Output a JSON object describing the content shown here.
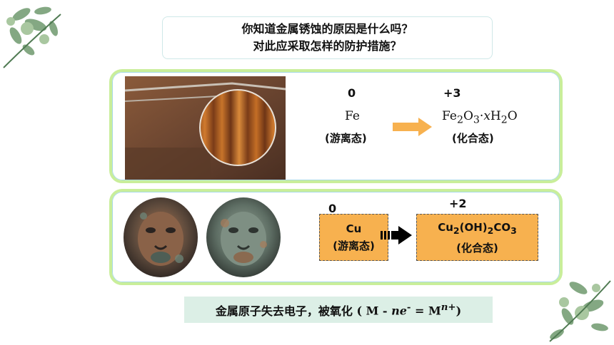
{
  "question": {
    "line1": "你知道金属锈蚀的原因是什么吗？",
    "line2": "对此应采取怎样的防护措施？"
  },
  "iron": {
    "ox_before": "0",
    "ox_after": "+3",
    "formula_before": "Fe",
    "formula_after": {
      "a": "Fe",
      "b": "2",
      "c": "O",
      "d": "3",
      "e": "·",
      "f": "x",
      "g": "H",
      "h": "2",
      "i": "O"
    },
    "state_before": "(游离态)",
    "state_after": "(化合态)"
  },
  "copper": {
    "ox_before": "0",
    "ox_after": "+2",
    "formula_before": "Cu",
    "formula_after": {
      "a": "Cu",
      "b": "2",
      "c": "(OH)",
      "d": "2",
      "e": "CO",
      "f": "3"
    },
    "state_before": "(游离态)",
    "state_after": "(化合态)"
  },
  "summary": {
    "text": "金属原子失去电子，被氧化",
    "eq_open": "( M - ",
    "eq_n": "n",
    "eq_e": "e",
    "eq_minus": "-",
    "eq_mid": " = M",
    "eq_sup": "n+",
    "eq_close": ")"
  },
  "colors": {
    "panel_border": "#c9ee9a",
    "arrow_orange": "#f7b14f",
    "box_orange": "#f7b14f",
    "summary_bg": "#dcefe6"
  },
  "icons": {
    "corner_top_left": "leaf-cluster-icon",
    "corner_bottom_right": "leaf-cluster-icon"
  }
}
